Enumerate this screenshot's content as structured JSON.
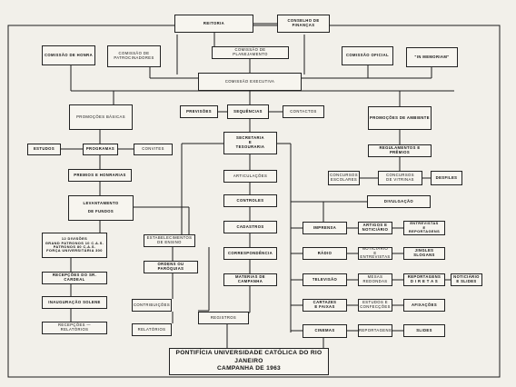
{
  "org_chart": {
    "reitoria": "REITORIA",
    "conselho_financas": "CONSELHO DE FINANÇAS",
    "comissao_honra": "COMISSÃO DE HONRA",
    "comissao_patrocinadores": "COMISSÃO DE\nPATROCINADORES",
    "comissao_planejamento": "COMISSÃO DE\nPLANEJAMENTO",
    "comissao_oficial": "COMISSÃO OFICIAL",
    "in_memoriam": "\"IN MEMORIAM\"",
    "comissao_executiva": "COMISSÃO EXECUTIVA",
    "promocoes_basicas": "PROMOÇÕES BÁSICAS",
    "previsoes": "PREVISÕES",
    "sequencias": "SEQUÊNCIAS",
    "contactos": "CONTACTOS",
    "promocoes_ambiente": "PROMOÇÕES DE AMBIENTE",
    "secretaria": "SECRETARIA\nE\nTESOURARIA",
    "estudos": "ESTUDOS",
    "programas": "PROGRAMAS",
    "convites": "CONVITES",
    "regulamentos": "REGULAMENTOS E PRÊMIOS",
    "premios_honrarias": "PREMIOS E HONRARIAS",
    "articulacoes": "ARTICULAÇÕES",
    "concursos_escolares": "CONCURSOS\nESCOLARES",
    "concursos_vitrinas": "CONCURSOS\nDE VITRINAS",
    "desfiles": "DESFILES",
    "controles": "CONTROLES",
    "divulgacao": "DIVULGAÇÃO",
    "levantamento_fundos": "LEVANTAMENTO\n\nDE FUNDOS",
    "cadastros": "CADASTROS",
    "imprensa": "IMPRENSA",
    "artigos_noticiario": "ARTIGOS E\nNOTICIÁRIO",
    "entrevistas_reportagens": "ENTREVISTAS\nE\nREPORTAGENS",
    "divisoes": "12 DIVISÕES\nGRAND PATRONOS 10 C.A.S.\nPATRONOS 80 C.A.S.\nFORÇA UNIVERSITÁRIA 300",
    "estabelecimentos_ensino": "ESTABELECIMENTOS\nDE ENSINO",
    "correspondencia": "CORRESPONDÊNCIA",
    "radio": "RÁDIO",
    "noticiario_radio": "NOTICIÁRIO\nE ENTREVISTAS",
    "jingles_slogans": "JINGLES\nSLOGANS",
    "ordens_paroquias": "ORDENS OU PARÓQUIAS",
    "recepcoes_cardeal": "RECEPÇÕES DO SR. CARDEAL",
    "materias_campanha": "MATERIAS DE CAMPANHA",
    "televisao": "TELEVISÃO",
    "mesas_redondas": "MESAS\nREDONDAS",
    "reportagens_diretas": "REPORTAGENS\nD I R E T A S",
    "noticiario_slides": "NOTICIÁRIO\nE SLIDES",
    "inauguracao_solene": "INAUGURAÇÃO SOLENE",
    "contribuicoes": "CONTRIBUIÇÕES",
    "cartazes_faixas": "CARTAZES\nE FAIXAS",
    "estudos_confeccoes": "ESTUDOS E\nCONFECÇÕES",
    "afixacoes": "AFIXAÇÕES",
    "registros": "REGISTROS",
    "recepcoes_relatorios": "RECEPÇÕES — RELATÓRIOS",
    "relatorios": "RELATÓRIOS",
    "cinemas": "CINEMAS",
    "reportagens_cinema": "REPORTAGENS",
    "slides": "SLIDES"
  },
  "footer": {
    "line1": "PONTIFÍCIA UNIVERSIDADE CATÓLICA DO RIO JANEIRO",
    "line2": "CAMPANHA DE 1963"
  }
}
